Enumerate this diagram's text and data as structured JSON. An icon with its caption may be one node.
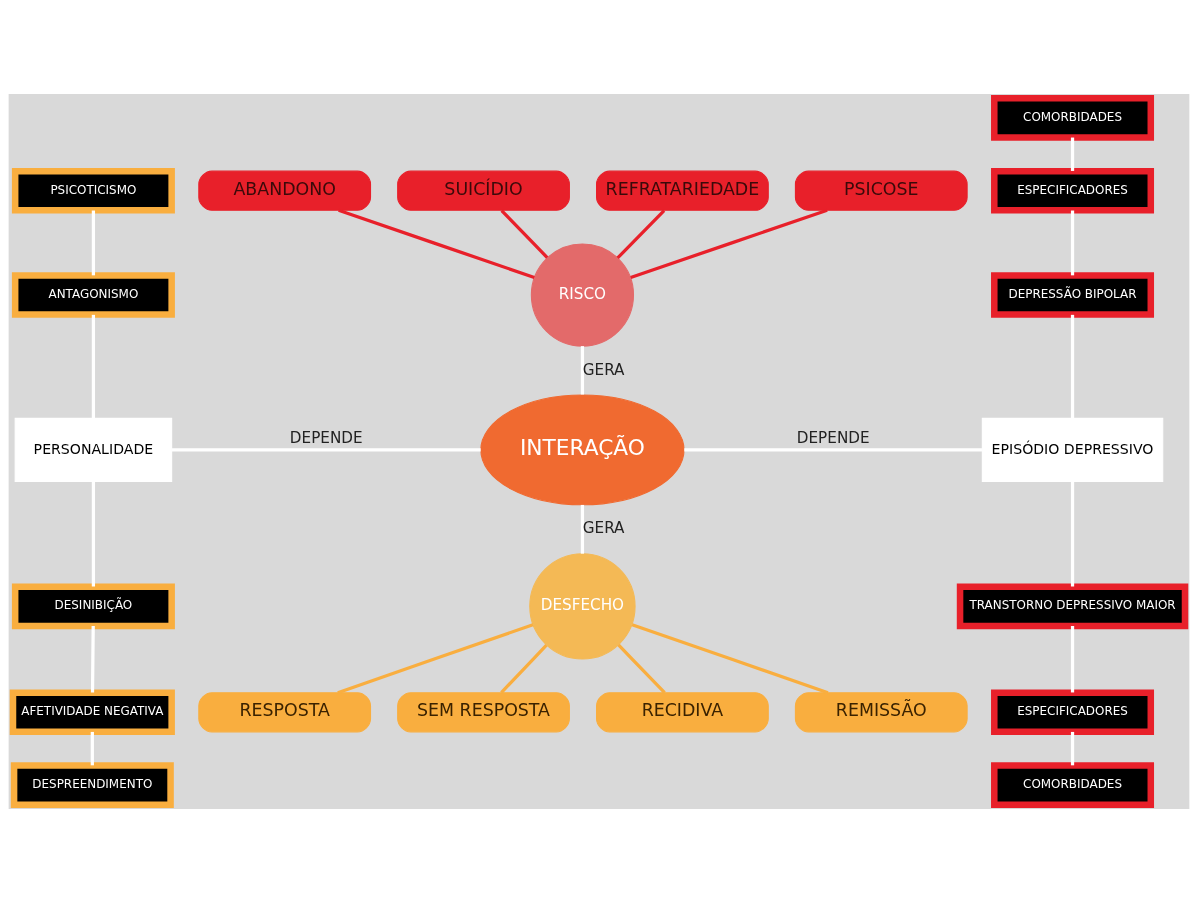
{
  "diagram": {
    "nodes": [
      {
        "text": [
          "PSICOSE"
        ]
      },
      {
        "text": [
          "ABANDONO"
        ]
      },
      {
        "text": [
          "SUICÍDIO"
        ]
      },
      {
        "text": [
          "REFRATARIEDADE"
        ]
      },
      {
        "text": [
          "RISCO"
        ]
      },
      {
        "text": [
          "PSICOTICISMO"
        ]
      },
      {
        "text": [
          "ANTAGONISMO"
        ]
      },
      {
        "text": [
          "PERSONALIDADE"
        ]
      },
      {
        "text": [
          "DESINIBIÇÃO"
        ]
      },
      {
        "text": [
          "AFETIVIDADE NEGATIVA"
        ]
      },
      {
        "text": [
          "DESPREENDIMENTO"
        ]
      },
      {
        "text": [
          "INTERAÇÃO"
        ]
      },
      {
        "text": [
          "COMORBIDADES"
        ]
      },
      {
        "text": [
          "ESPECIFICADORES"
        ]
      },
      {
        "text": [
          "DEPRESSÃO BIPOLAR"
        ]
      },
      {
        "text": [
          "EPISÓDIO DEPRESSIVO"
        ]
      },
      {
        "text": [
          "TRANSTORNO DEPRESSIVO MAIOR"
        ]
      },
      {
        "text": [
          "ESPECIFICADORES"
        ]
      },
      {
        "text": [
          "COMORBIDADES"
        ]
      },
      {
        "text": [
          "DESFECHO"
        ]
      },
      {
        "text": [
          "RECIDIVA"
        ]
      },
      {
        "text": [
          "REMISSÃO"
        ]
      },
      {
        "text": [
          "RESPOSTA"
        ]
      },
      {
        "text": [
          "SEM RESPOSTA"
        ]
      }
    ],
    "edges": [
      {
        "from": 0,
        "to": 4,
        "arrow": "none",
        "color": "#e8202a"
      },
      {
        "from": 1,
        "to": 4,
        "arrow": "none",
        "color": "#e8202a"
      },
      {
        "from": 2,
        "to": 4,
        "arrow": "none",
        "color": "#e8202a"
      },
      {
        "from": 3,
        "to": 4,
        "arrow": "none",
        "color": "#e8202a"
      },
      {
        "from": 4,
        "to": 11,
        "label": "GERA",
        "arrow": "none"
      },
      {
        "from": 5,
        "to": 6,
        "arrow": "none"
      },
      {
        "from": 6,
        "to": 7,
        "arrow": "none"
      },
      {
        "from": 7,
        "to": 8,
        "arrow": "none"
      },
      {
        "from": 8,
        "to": 9,
        "arrow": "none"
      },
      {
        "from": 9,
        "to": 10,
        "arrow": "none"
      },
      {
        "from": 7,
        "to": 11,
        "label": "DEPENDE",
        "arrow": "none"
      },
      {
        "from": 11,
        "to": 15,
        "label": "DEPENDE",
        "arrow": "none"
      },
      {
        "from": 12,
        "to": 13,
        "arrow": "none"
      },
      {
        "from": 13,
        "to": 14,
        "arrow": "none"
      },
      {
        "from": 14,
        "to": 15,
        "arrow": "none"
      },
      {
        "from": 15,
        "to": 16,
        "arrow": "none"
      },
      {
        "from": 16,
        "to": 17,
        "arrow": "none"
      },
      {
        "from": 17,
        "to": 18,
        "arrow": "none"
      },
      {
        "from": 11,
        "to": 19,
        "label": "GERA",
        "arrow": "none"
      },
      {
        "from": 19,
        "to": 20,
        "arrow": "none",
        "color": "#f9ae3f"
      },
      {
        "from": 19,
        "to": 21,
        "arrow": "none",
        "color": "#f9ae3f"
      },
      {
        "from": 19,
        "to": 22,
        "arrow": "none",
        "color": "#f9ae3f"
      },
      {
        "from": 19,
        "to": 23,
        "arrow": "none",
        "color": "#f9ae3f"
      }
    ]
  }
}
